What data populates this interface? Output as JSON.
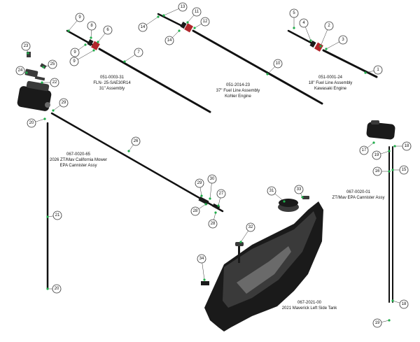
{
  "assemblies": [
    {
      "part": "051-0003-31",
      "line2": "FLN- 25-SAE30R14",
      "line3": "31\" Assembly"
    },
    {
      "part": "051-2014-23",
      "line2": "37\" Fuel Line Assembly",
      "line3": "Kohler Engine"
    },
    {
      "part": "051-0001-24",
      "line2": "18\" Fuel Line Assembly",
      "line3": "Kawasaki Engine"
    },
    {
      "part": "067-0020-65",
      "line2": "2026 ZT/Mav California Mower",
      "line3": "EPA Cannister Assy"
    },
    {
      "part": "067-0020-01",
      "line2": "ZT/Mav EPA Cannister Assy",
      "line3": ""
    },
    {
      "part": "067-2021-00",
      "line2": "2021 Maverick Left Side Tank",
      "line3": ""
    }
  ],
  "callouts": [
    "1",
    "2",
    "3",
    "4",
    "5",
    "6",
    "7",
    "8",
    "9",
    "9",
    "9",
    "10",
    "11",
    "12",
    "13",
    "14",
    "14",
    "15",
    "16",
    "17",
    "18",
    "18",
    "19",
    "19",
    "20",
    "20",
    "20",
    "21",
    "22",
    "23",
    "24",
    "25",
    "26",
    "27",
    "28",
    "28",
    "29",
    "29",
    "30",
    "31",
    "32",
    "33",
    "34"
  ]
}
